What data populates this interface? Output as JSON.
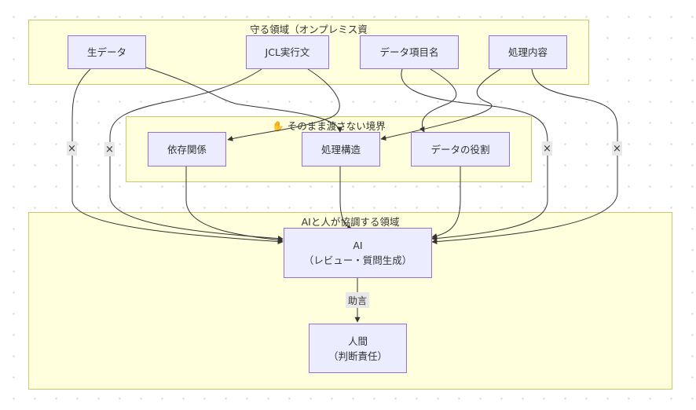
{
  "clusters": {
    "protect": {
      "title": "守る領域（オンプレミス資"
    },
    "boundary": {
      "title": "✋ そのまま渡さない境界"
    },
    "collab": {
      "title": "AIと人が協調する領域"
    }
  },
  "nodes": {
    "raw_data": {
      "label": "生データ"
    },
    "jcl": {
      "label": "JCL実行文"
    },
    "data_items": {
      "label": "データ項目名"
    },
    "process_content": {
      "label": "処理内容"
    },
    "dependency": {
      "label": "依存関係"
    },
    "process_structure": {
      "label": "処理構造"
    },
    "data_role": {
      "label": "データの役割"
    },
    "ai": {
      "line1": "AI",
      "line2": "（レビュー・質問生成）"
    },
    "human": {
      "line1": "人間",
      "line2": "（判断責任）"
    }
  },
  "edge_labels": {
    "cross": "×",
    "advice": "助言"
  }
}
